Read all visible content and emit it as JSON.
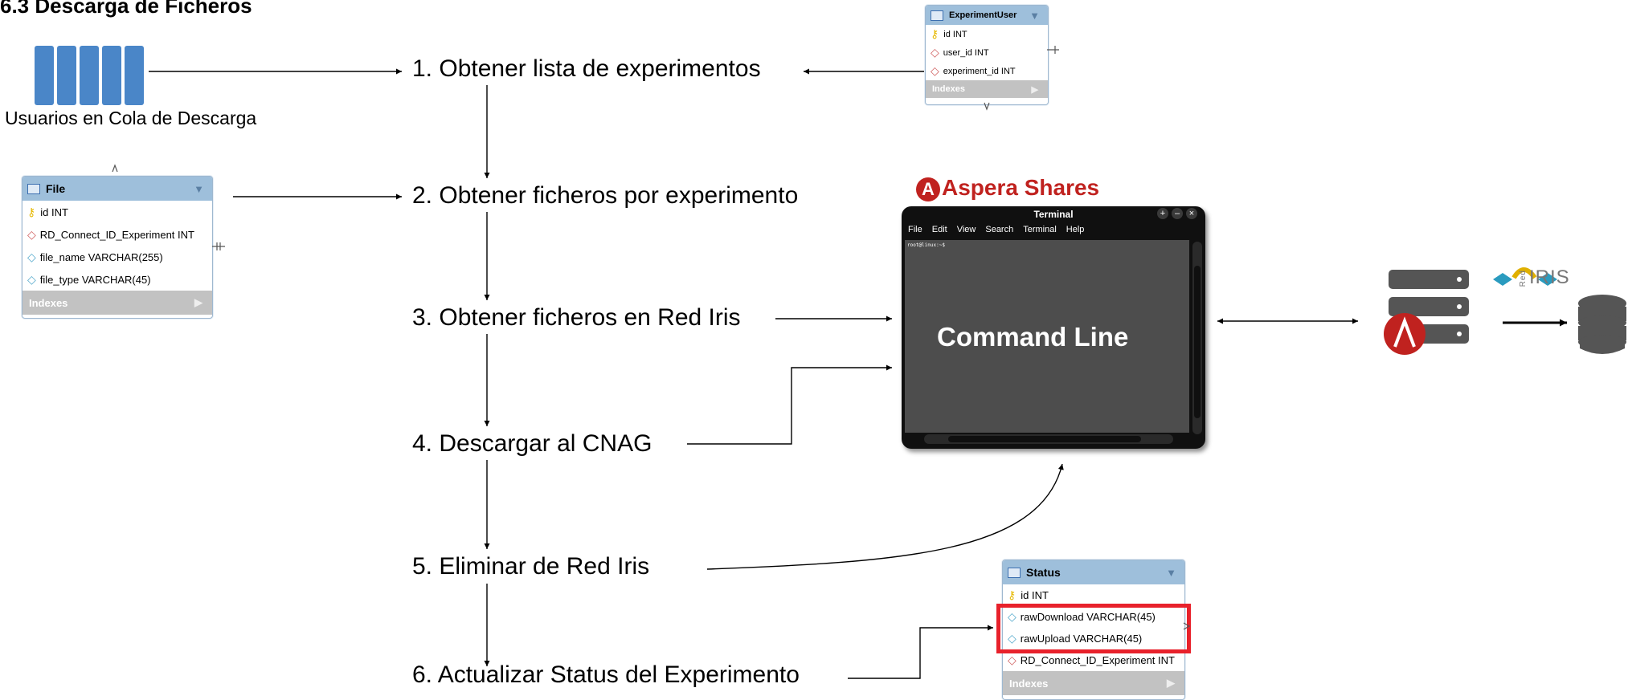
{
  "title": "6.3 Descarga de Ficheros",
  "queue_label": "Usuarios en Cola de Descarga",
  "steps": [
    "1. Obtener lista de experimentos",
    "2. Obtener ficheros por experimento",
    "3. Obtener ficheros en Red Iris",
    "4. Descargar al CNAG",
    "5. Eliminar de Red Iris",
    "6. Actualizar Status del Experimento"
  ],
  "tables": {
    "experiment_user": {
      "name": "ExperimentUser",
      "columns": [
        "id INT",
        "user_id INT",
        "experiment_id INT"
      ],
      "indexes": "Indexes"
    },
    "file": {
      "name": "File",
      "columns": [
        "id INT",
        "RD_Connect_ID_Experiment INT",
        "file_name VARCHAR(255)",
        "file_type VARCHAR(45)"
      ],
      "indexes": "Indexes"
    },
    "status": {
      "name": "Status",
      "columns": [
        "id INT",
        "rawDownload VARCHAR(45)",
        "rawUpload VARCHAR(45)",
        "RD_Connect_ID_Experiment INT"
      ],
      "indexes": "Indexes"
    }
  },
  "terminal": {
    "title": "Terminal",
    "menu": [
      "File",
      "Edit",
      "View",
      "Search",
      "Terminal",
      "Help"
    ],
    "prompt": "root@linux:~$",
    "command_text": "Command Line"
  },
  "aspera_brand": "Aspera Shares",
  "aspera_logo_letter": "A",
  "rediris_red": "Red",
  "rediris_iris": "IRIS",
  "colors": {
    "table_header": "#9ebfdb",
    "highlight_box": "#e8212b",
    "aspera_red": "#c0221f",
    "queue_blue": "#4a86c8",
    "server_gray": "#555555"
  }
}
